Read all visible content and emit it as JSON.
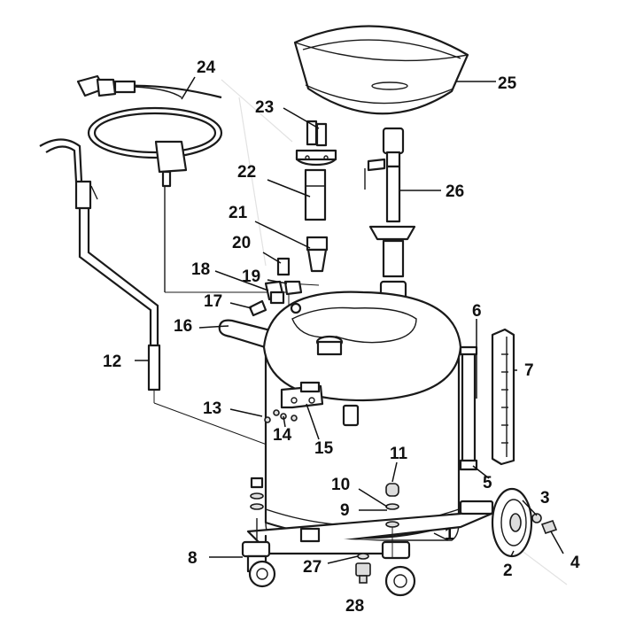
{
  "callouts": [
    {
      "id": "1",
      "text": "1"
    },
    {
      "id": "2",
      "text": "2"
    },
    {
      "id": "3",
      "text": "3"
    },
    {
      "id": "4",
      "text": "4"
    },
    {
      "id": "5",
      "text": "5"
    },
    {
      "id": "6",
      "text": "6"
    },
    {
      "id": "7",
      "text": "7"
    },
    {
      "id": "8",
      "text": "8"
    },
    {
      "id": "9",
      "text": "9"
    },
    {
      "id": "10",
      "text": "10"
    },
    {
      "id": "11",
      "text": "11"
    },
    {
      "id": "12",
      "text": "12"
    },
    {
      "id": "13",
      "text": "13"
    },
    {
      "id": "14",
      "text": "14"
    },
    {
      "id": "15",
      "text": "15"
    },
    {
      "id": "16",
      "text": "16"
    },
    {
      "id": "17",
      "text": "17"
    },
    {
      "id": "18",
      "text": "18"
    },
    {
      "id": "19",
      "text": "19"
    },
    {
      "id": "20",
      "text": "20"
    },
    {
      "id": "21",
      "text": "21"
    },
    {
      "id": "22",
      "text": "22"
    },
    {
      "id": "23",
      "text": "23"
    },
    {
      "id": "24",
      "text": "24"
    },
    {
      "id": "25",
      "text": "25"
    },
    {
      "id": "26",
      "text": "26"
    },
    {
      "id": "27",
      "text": "27"
    },
    {
      "id": "28",
      "text": "28"
    }
  ],
  "colors": {
    "line": "#1a1a1a",
    "fill": "#ffffff",
    "shade": "#dddddd"
  }
}
